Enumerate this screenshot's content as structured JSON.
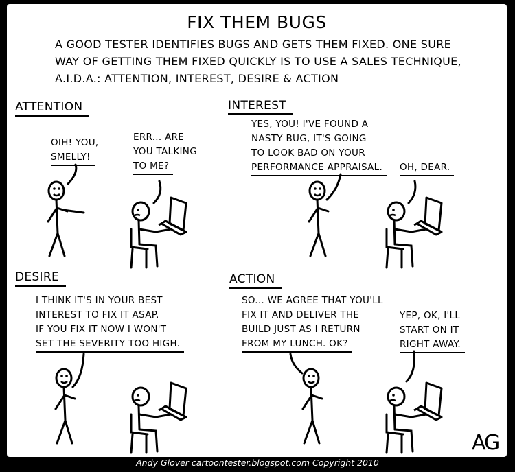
{
  "title": "FIX THEM BUGS",
  "intro": "A GOOD TESTER IDENTIFIES BUGS AND GETS THEM FIXED. ONE SURE WAY OF GETTING THEM FIXED QUICKLY IS TO USE A SALES TECHNIQUE, A.I.D.A.: ATTENTION, INTEREST, DESIRE & ACTION",
  "panels": {
    "attention": {
      "label": "ATTENTION",
      "tester_lines": [
        "OIH! YOU,",
        "SMELLY!"
      ],
      "developer_lines": [
        "ERR... ARE",
        "YOU TALKING",
        "TO ME?"
      ]
    },
    "interest": {
      "label": "INTEREST",
      "tester_lines": [
        "YES, YOU! I'VE FOUND A",
        "NASTY BUG, IT'S GOING",
        "TO LOOK BAD ON YOUR",
        "PERFORMANCE APPRAISAL."
      ],
      "developer_lines": [
        "OH, DEAR."
      ]
    },
    "desire": {
      "label": "DESIRE",
      "tester_lines": [
        "I THINK IT'S IN YOUR BEST",
        "INTEREST TO FIX IT ASAP.",
        "IF YOU FIX IT NOW I WON'T",
        "SET THE SEVERITY TOO HIGH."
      ]
    },
    "action": {
      "label": "ACTION",
      "tester_lines": [
        "SO... WE AGREE THAT YOU'LL",
        "FIX IT AND DELIVER THE",
        "BUILD JUST AS I RETURN",
        "FROM MY LUNCH. OK?"
      ],
      "developer_lines": [
        "YEP, OK, I'LL",
        "START ON IT",
        "RIGHT AWAY."
      ]
    }
  },
  "signature": "AG",
  "credit": "Andy Glover cartoontester.blogspot.com Copyright 2010"
}
